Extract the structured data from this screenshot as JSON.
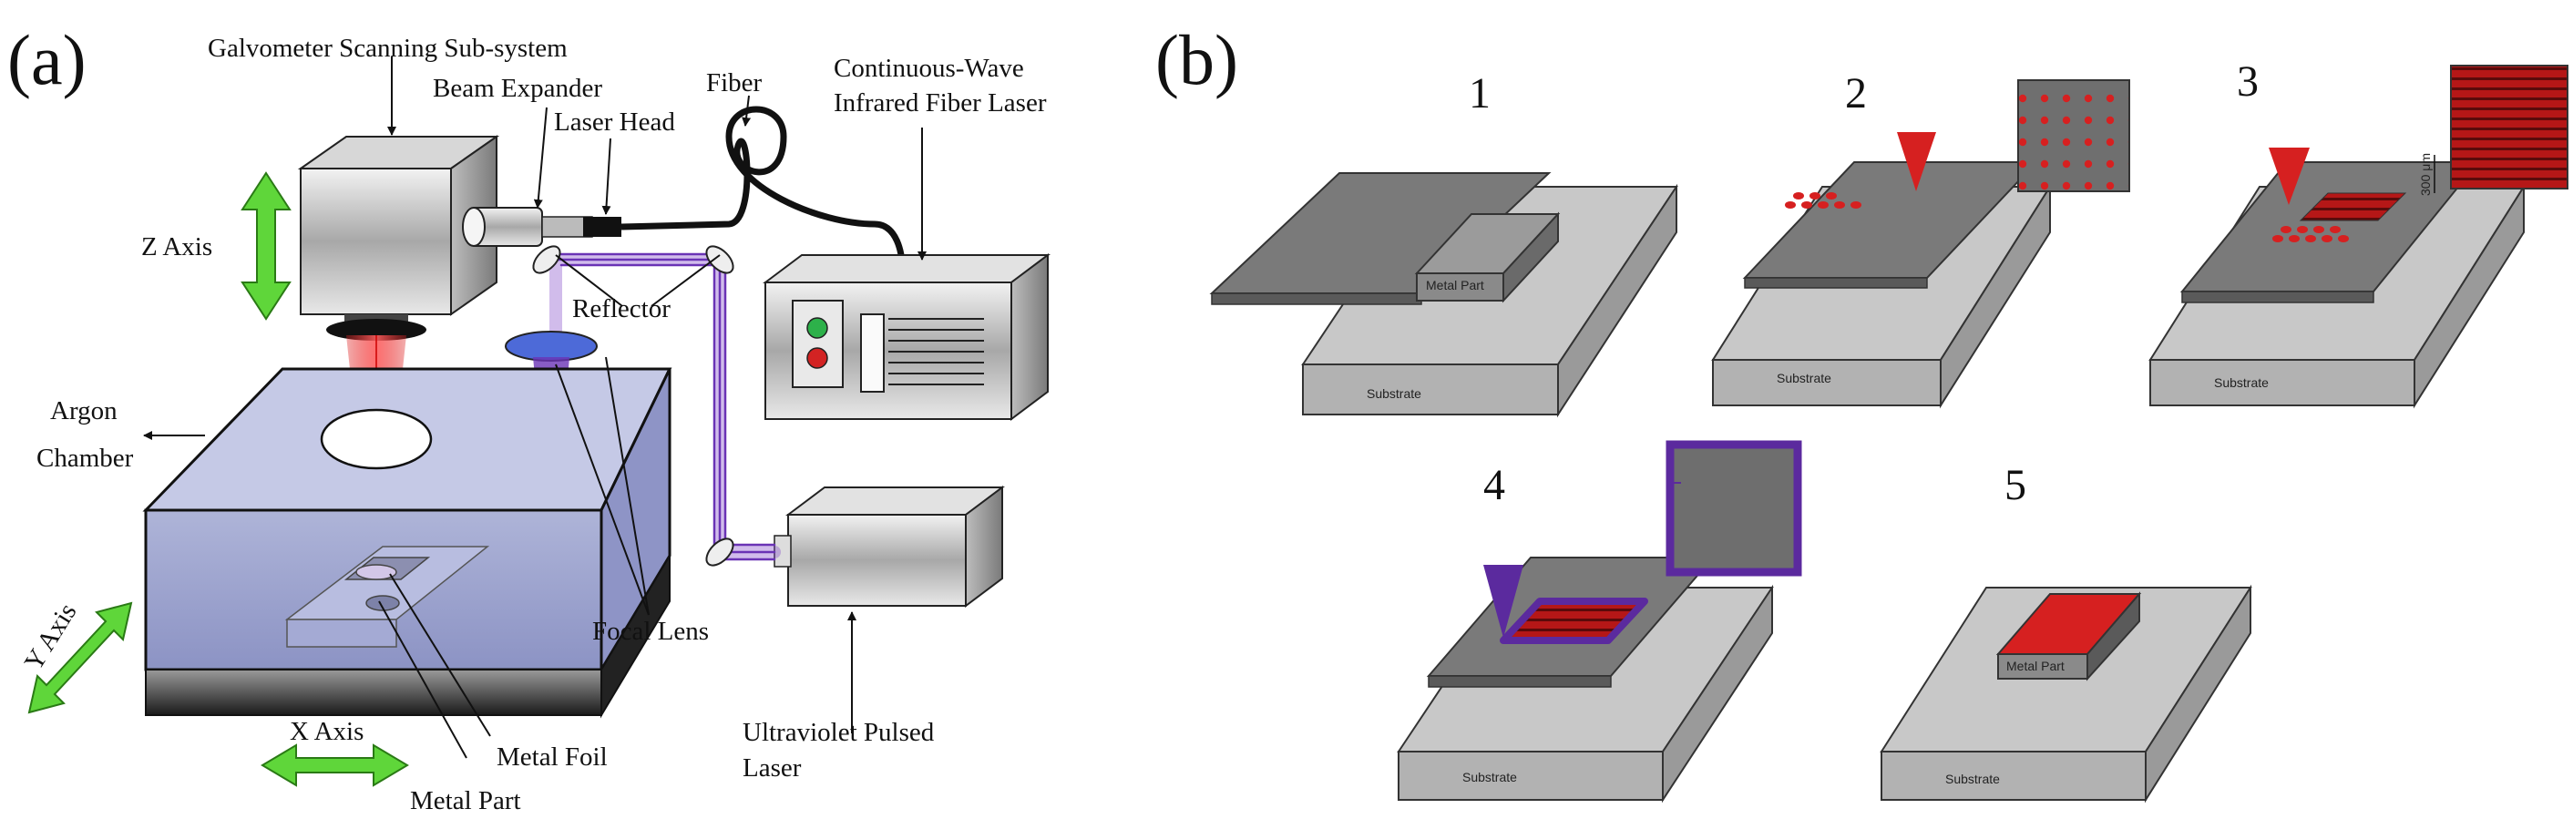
{
  "panel_a": {
    "letter": "(a)",
    "labels": {
      "galvo": "Galvometer Scanning Sub-system",
      "beam_expander": "Beam Expander",
      "laser_head": "Laser Head",
      "fiber": "Fiber",
      "cw_laser_line1": "Continuous-Wave",
      "cw_laser_line2": "Infrared Fiber Laser",
      "z_axis": "Z Axis",
      "reflector": "Reflector",
      "argon_line1": "Argon",
      "argon_line2": "Chamber",
      "focal_lens": "Focal Lens",
      "y_axis": "Y Axis",
      "x_axis": "X Axis",
      "metal_foil": "Metal Foil",
      "metal_part": "Metal Part",
      "uv_line1": "Ultraviolet Pulsed",
      "uv_line2": "Laser"
    }
  },
  "panel_b": {
    "letter": "(b)",
    "steps": [
      "1",
      "2",
      "3",
      "4",
      "5"
    ],
    "substrate_label": "Substrate",
    "metal_part_label": "Metal Part",
    "scale_label": "300 μm"
  },
  "colors": {
    "red_laser": "#d62020",
    "uv_violet": "#5b2a9e",
    "green_arrow": "#5fd63a",
    "substrate": "#c8c8c8",
    "foil": "#7a7a7a"
  }
}
